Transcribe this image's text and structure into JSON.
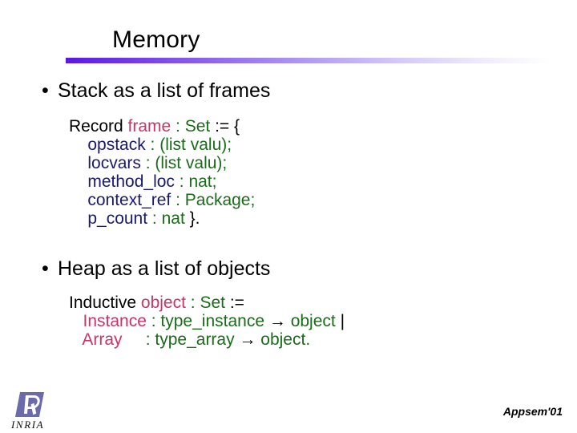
{
  "slide": {
    "title": "Memory",
    "background": "#ffffff"
  },
  "colors": {
    "rule_start": "#5a18e0",
    "rule_end": "#ffffff",
    "identifier_pink": "#cc3366",
    "type_green": "#1a6b1a",
    "field_navy": "#191970",
    "text_black": "#000000",
    "logo_purple": "#6b6bac"
  },
  "bullets": [
    {
      "marker": "•",
      "text": "Stack as a list of frames"
    },
    {
      "marker": "•",
      "text": "Heap as a list of objects"
    }
  ],
  "record_block": {
    "lines": [
      [
        {
          "t": "Record ",
          "c": "plain"
        },
        {
          "t": "frame",
          "c": "name"
        },
        {
          "t": " : ",
          "c": "punct"
        },
        {
          "t": "Set",
          "c": "type"
        },
        {
          "t": " := {",
          "c": "plain"
        }
      ],
      [
        {
          "t": "    ",
          "c": "plain"
        },
        {
          "t": "opstack",
          "c": "field"
        },
        {
          "t": " : ",
          "c": "punct"
        },
        {
          "t": "(list valu);",
          "c": "type"
        }
      ],
      [
        {
          "t": "    ",
          "c": "plain"
        },
        {
          "t": "locvars",
          "c": "field"
        },
        {
          "t": " : ",
          "c": "punct"
        },
        {
          "t": "(list valu);",
          "c": "type"
        }
      ],
      [
        {
          "t": "    ",
          "c": "plain"
        },
        {
          "t": "method_loc",
          "c": "field"
        },
        {
          "t": " : ",
          "c": "punct"
        },
        {
          "t": "nat;",
          "c": "type"
        }
      ],
      [
        {
          "t": "    ",
          "c": "plain"
        },
        {
          "t": "context_ref",
          "c": "field"
        },
        {
          "t": " : ",
          "c": "punct"
        },
        {
          "t": "Package;",
          "c": "type"
        }
      ],
      [
        {
          "t": "    ",
          "c": "plain"
        },
        {
          "t": "p_count",
          "c": "field"
        },
        {
          "t": " : ",
          "c": "punct"
        },
        {
          "t": "nat",
          "c": "type"
        },
        {
          "t": " }.",
          "c": "plain"
        }
      ]
    ]
  },
  "inductive_block": {
    "lines": [
      [
        {
          "t": "Inductive ",
          "c": "plain"
        },
        {
          "t": "object",
          "c": "name"
        },
        {
          "t": " : ",
          "c": "punct"
        },
        {
          "t": "Set",
          "c": "type"
        },
        {
          "t": " :=",
          "c": "plain"
        }
      ],
      [
        {
          "t": "   ",
          "c": "plain"
        },
        {
          "t": "Instance",
          "c": "name"
        },
        {
          "t": " : ",
          "c": "punct"
        },
        {
          "t": "type_instance",
          "c": "type"
        },
        {
          "t": " → ",
          "c": "arrow"
        },
        {
          "t": "object",
          "c": "type"
        },
        {
          "t": " |",
          "c": "plain"
        }
      ],
      [
        {
          "t": "   ",
          "c": "plain"
        },
        {
          "t": "Array",
          "c": "name"
        },
        {
          "t": "     : ",
          "c": "punct"
        },
        {
          "t": "type_array",
          "c": "type"
        },
        {
          "t": " → ",
          "c": "arrow"
        },
        {
          "t": "object.",
          "c": "type"
        }
      ]
    ]
  },
  "footer": {
    "logo_word": "INRIA",
    "conference": "Appsem'01"
  }
}
